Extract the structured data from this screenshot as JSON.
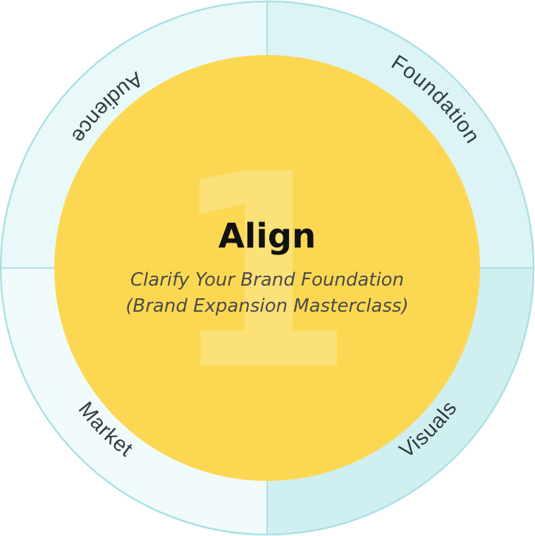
{
  "diagram": {
    "center": {
      "number": "1",
      "title": "Align",
      "subtitle_line1": "Clarify Your Brand Foundation",
      "subtitle_line2": "(Brand Expansion Masterclass)"
    },
    "segments": [
      {
        "label": "Audience"
      },
      {
        "label": "Foundation"
      },
      {
        "label": "Visuals"
      },
      {
        "label": "Market"
      }
    ]
  },
  "colors": {
    "center_fill": "#fcd852",
    "ring_stroke": "#a9e1e4",
    "segment_audience": "#e9f8f9",
    "segment_foundation": "#ddf4f6",
    "segment_visuals": "#d0eff1",
    "segment_market": "#f1fbfb"
  }
}
